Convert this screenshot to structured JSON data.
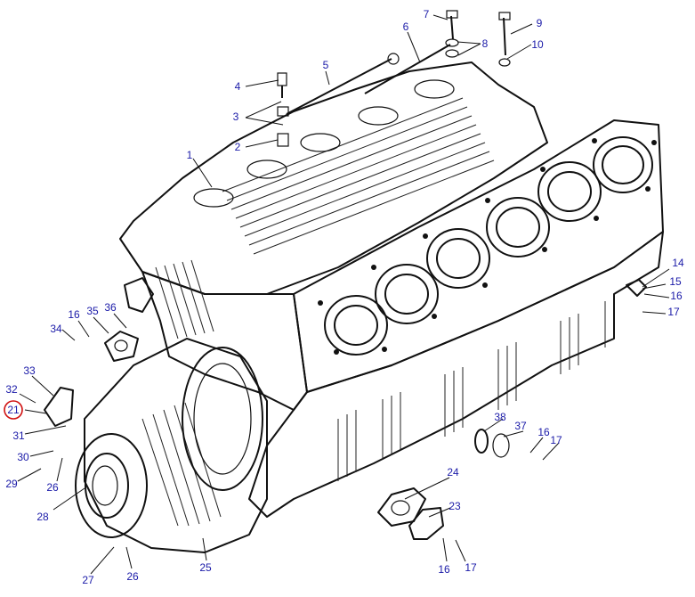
{
  "diagram": {
    "highlight_color": "#d01010",
    "label_color": "#1a1aa8",
    "highlighted_label": "21",
    "callouts": [
      {
        "id": "c1",
        "text": "1"
      },
      {
        "id": "c2",
        "text": "2"
      },
      {
        "id": "c3",
        "text": "3"
      },
      {
        "id": "c4",
        "text": "4"
      },
      {
        "id": "c5",
        "text": "5"
      },
      {
        "id": "c6",
        "text": "6"
      },
      {
        "id": "c7",
        "text": "7"
      },
      {
        "id": "c8",
        "text": "8"
      },
      {
        "id": "c9",
        "text": "9"
      },
      {
        "id": "c10",
        "text": "10"
      },
      {
        "id": "c14",
        "text": "14"
      },
      {
        "id": "c15",
        "text": "15"
      },
      {
        "id": "c16a",
        "text": "16"
      },
      {
        "id": "c17a",
        "text": "17"
      },
      {
        "id": "c16b",
        "text": "16"
      },
      {
        "id": "c35",
        "text": "35"
      },
      {
        "id": "c36",
        "text": "36"
      },
      {
        "id": "c34",
        "text": "34"
      },
      {
        "id": "c33",
        "text": "33"
      },
      {
        "id": "c32",
        "text": "32"
      },
      {
        "id": "c21",
        "text": "21"
      },
      {
        "id": "c31",
        "text": "31"
      },
      {
        "id": "c30",
        "text": "30"
      },
      {
        "id": "c29",
        "text": "29"
      },
      {
        "id": "c26a",
        "text": "26"
      },
      {
        "id": "c28",
        "text": "28"
      },
      {
        "id": "c38",
        "text": "38"
      },
      {
        "id": "c37",
        "text": "37"
      },
      {
        "id": "c16c",
        "text": "16"
      },
      {
        "id": "c17b",
        "text": "17"
      },
      {
        "id": "c24",
        "text": "24"
      },
      {
        "id": "c23",
        "text": "23"
      },
      {
        "id": "c16d",
        "text": "16"
      },
      {
        "id": "c17c",
        "text": "17"
      },
      {
        "id": "c25",
        "text": "25"
      },
      {
        "id": "c27",
        "text": "27"
      },
      {
        "id": "c26b",
        "text": "26"
      }
    ]
  }
}
